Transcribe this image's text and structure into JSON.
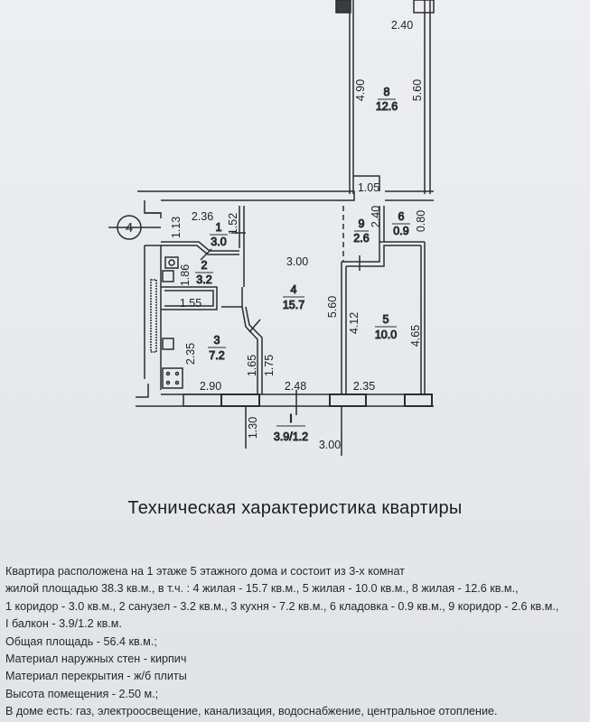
{
  "plan": {
    "axis_marker": "4",
    "rooms": [
      {
        "num": "1",
        "area": "3.0"
      },
      {
        "num": "2",
        "area": "3.2"
      },
      {
        "num": "3",
        "area": "7.2"
      },
      {
        "num": "4",
        "area": "15.7"
      },
      {
        "num": "5",
        "area": "10.0"
      },
      {
        "num": "6",
        "area": "0.9"
      },
      {
        "num": "8",
        "area": "12.6"
      },
      {
        "num": "9",
        "area": "2.6"
      },
      {
        "num": "I",
        "area": "3.9/1.2"
      }
    ],
    "dims": {
      "r8_top": "2.40",
      "r8_left": "4.90",
      "r8_right": "5.60",
      "r9_top": "1.05",
      "r9_side": "2.40",
      "r6_side": "0.80",
      "r1_left": "1.13",
      "r1_top": "2.36",
      "r1_right": "1.52",
      "r2_side": "1.86",
      "bath": "1.55",
      "r4_top": "3.00",
      "r4_right": "5.60",
      "r3_left": "2.35",
      "r3_d1": "1.65",
      "r3_d2": "1.75",
      "r3_bottom": "2.90",
      "r4_bottom": "2.48",
      "r5_bottom": "2.35",
      "r5_left": "4.12",
      "r5_right": "4.65",
      "balc_side": "1.30",
      "balc_bottom": "3.00"
    }
  },
  "title": "Техническая характеристика квартиры",
  "spec_lines": [
    "Квартира  расположена  на  1 этаже   5 этажного дома  и состоит  из  3-х  комнат",
    "жилой площадью 38.3 кв.м., в т.ч. : 4  жилая - 15.7 кв.м., 5 жилая - 10.0 кв.м., 8 жилая - 12.6 кв.м.,",
    "1  коридор - 3.0  кв.м., 2 санузел - 3.2 кв.м., 3 кухня - 7.2 кв.м., 6 кладовка - 0.9 кв.м., 9 коридор - 2.6 кв.м.,",
    "I  балкон - 3.9/1.2 кв.м.",
    "Общая площадь -   56.4   кв.м.;",
    "Материал наружных стен -   кирпич",
    "Материал перекрытия -   ж/б плиты",
    "Высота помещения  -  2.50 м.;",
    "В доме есть: газ, электроосвещение, канализация, водоснабжение, центральное отопление."
  ]
}
